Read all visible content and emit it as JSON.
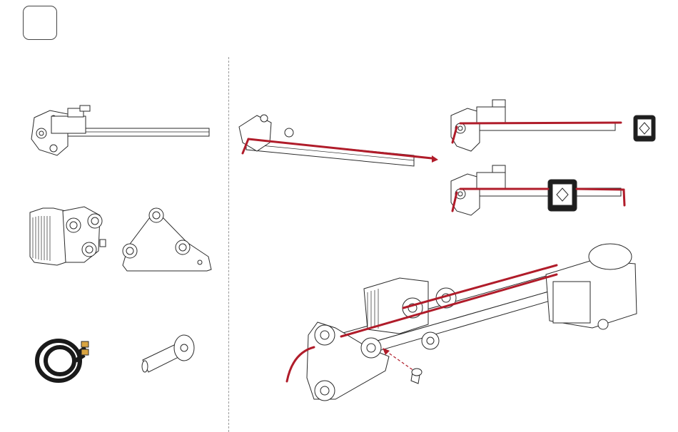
{
  "step": {
    "number": ""
  },
  "colors": {
    "belt": "#b01c2a",
    "line": "#2a2a2a",
    "divider": "#999999"
  },
  "parts": [
    {
      "name": "x-axis-assembly"
    },
    {
      "name": "x-carriage"
    },
    {
      "name": "idler-plate"
    },
    {
      "name": "gt2-belt"
    },
    {
      "name": "button-head-screw"
    }
  ],
  "steps": [
    {
      "name": "thread-belt-through-idler"
    },
    {
      "name": "belt-to-carriage-left"
    },
    {
      "name": "belt-to-carriage-right"
    },
    {
      "name": "attach-idler-plate-with-screw"
    }
  ]
}
